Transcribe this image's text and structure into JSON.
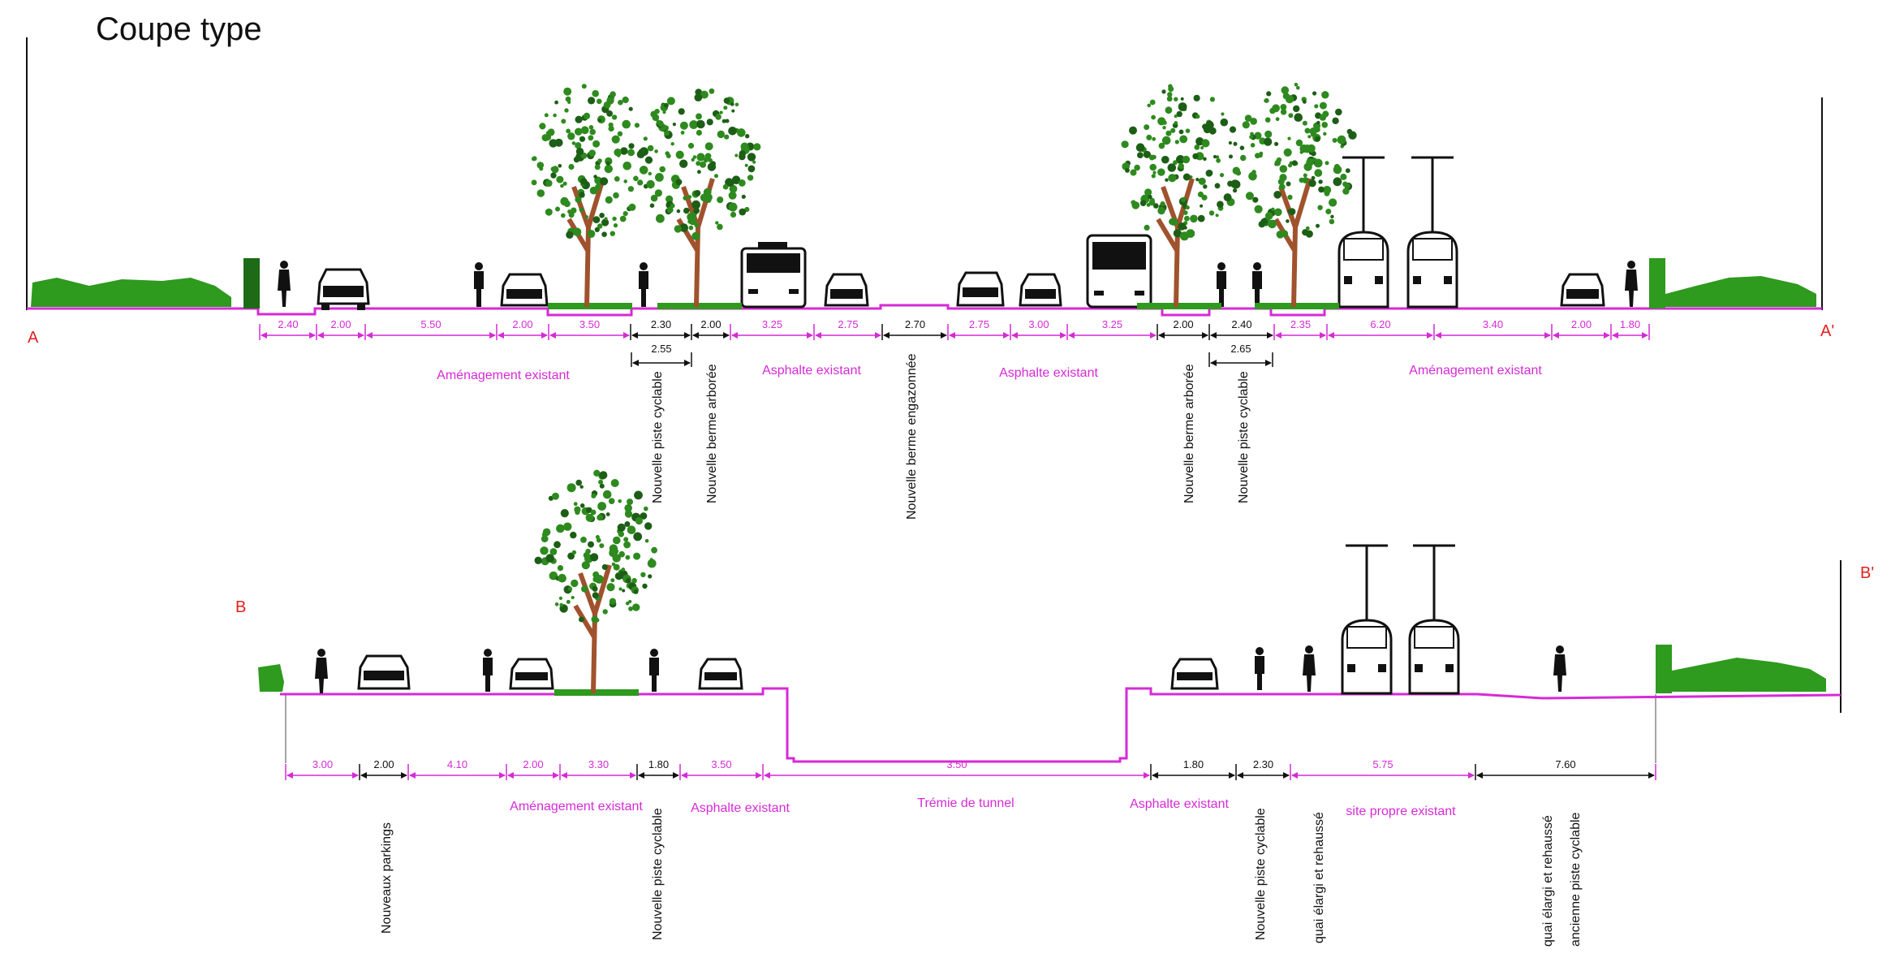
{
  "page": {
    "title": "Coupe type"
  },
  "colors": {
    "magenta": "#d62ad6",
    "red": "#e02020",
    "black": "#111111",
    "green": "#2e9a1e",
    "dark_green": "#1d6b16",
    "trunk": "#a0522d"
  },
  "icons": [
    "tree-icon",
    "car-icon",
    "bus-icon",
    "tram-icon",
    "cyclist-icon",
    "pedestrian-icon",
    "bush-icon",
    "hedge-icon"
  ],
  "section_a": {
    "start_marker": "A",
    "end_marker": "A'",
    "dimensions": [
      {
        "value": "2.40",
        "color": "magenta"
      },
      {
        "value": "2.00",
        "color": "magenta"
      },
      {
        "value": "5.50",
        "color": "magenta"
      },
      {
        "value": "2.00",
        "color": "magenta"
      },
      {
        "value": "3.50",
        "color": "magenta"
      },
      {
        "value": "2.30",
        "color": "black"
      },
      {
        "value": "2.00",
        "color": "black"
      },
      {
        "value": "3.25",
        "color": "magenta"
      },
      {
        "value": "2.75",
        "color": "magenta"
      },
      {
        "value": "2.70",
        "color": "black"
      },
      {
        "value": "2.75",
        "color": "magenta"
      },
      {
        "value": "3.00",
        "color": "magenta"
      },
      {
        "value": "3.25",
        "color": "magenta"
      },
      {
        "value": "2.00",
        "color": "black"
      },
      {
        "value": "2.40",
        "color": "black"
      },
      {
        "value": "2.35",
        "color": "magenta"
      },
      {
        "value": "6.20",
        "color": "magenta"
      },
      {
        "value": "3.40",
        "color": "magenta"
      },
      {
        "value": "2.00",
        "color": "magenta"
      },
      {
        "value": "1.80",
        "color": "magenta"
      }
    ],
    "sub_dimensions": [
      "2.55",
      "2.65"
    ],
    "zone_labels": [
      "Aménagement existant",
      "Asphalte existant",
      "Asphalte existant",
      "Aménagement existant"
    ],
    "vertical_labels": [
      "Nouvelle piste cyclable",
      "Nouvelle berme arborée",
      "Nouvelle berme engazonnée",
      "Nouvelle berme arborée",
      "Nouvelle piste cyclable"
    ]
  },
  "section_b": {
    "start_marker": "B",
    "end_marker": "B'",
    "dimensions": [
      {
        "value": "3.00",
        "color": "magenta"
      },
      {
        "value": "2.00",
        "color": "black"
      },
      {
        "value": "4.10",
        "color": "magenta"
      },
      {
        "value": "2.00",
        "color": "magenta"
      },
      {
        "value": "3.30",
        "color": "magenta"
      },
      {
        "value": "1.80",
        "color": "black"
      },
      {
        "value": "3.50",
        "color": "magenta"
      },
      {
        "value": "3.50",
        "color": "magenta"
      },
      {
        "value": "1.80",
        "color": "black"
      },
      {
        "value": "2.30",
        "color": "black"
      },
      {
        "value": "5.75",
        "color": "magenta"
      },
      {
        "value": "7.60",
        "color": "black"
      }
    ],
    "zone_labels": [
      "Aménagement existant",
      "Asphalte existant",
      "Trémie de tunnel",
      "Asphalte existant",
      "site propre existant"
    ],
    "vertical_labels": [
      "Nouveaux parkings",
      "Nouvelle piste cyclable",
      "Nouvelle piste cyclable",
      "quai élargi et rehaussé"
    ],
    "vertical_label_pair": [
      "quai élargi et rehaussé",
      "ancienne piste cyclable"
    ]
  }
}
